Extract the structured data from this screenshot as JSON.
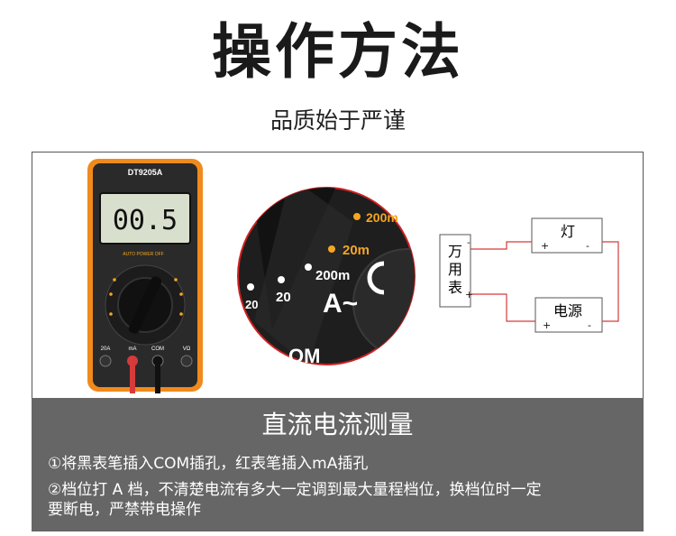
{
  "header": {
    "title": "操作方法",
    "subtitle": "品质始于严谨"
  },
  "multimeter": {
    "model": "DT9205A",
    "display": "00.5",
    "power_label": "AUTO POWER OFF",
    "jack_20a": "20A",
    "jack_ma": "mA",
    "jack_com": "COM",
    "jack_v": "VΩ"
  },
  "zoom": {
    "label_200m_top": "200m",
    "label_20m": "20m",
    "label_200m": "200m",
    "label_20_left": "20",
    "label_20": "20",
    "label_a": "A~",
    "label_com": "OM"
  },
  "diagram": {
    "meter_label": "万用表",
    "lamp_label": "灯",
    "power_label": "电源",
    "plus": "+",
    "minus": "-"
  },
  "instructions": {
    "title": "直流电流测量",
    "step1": "①将黑表笔插入COM插孔，红表笔插入mA插孔",
    "step2": "②档位打 A 档，不清楚电流有多大一定调到最大量程档位，换档位时一定",
    "step2_cont": "要断电，严禁带电操作"
  },
  "colors": {
    "orange": "#f08a1c",
    "panel_gray": "#666666",
    "wire_red": "#d63a3a",
    "zoom_yellow": "#f5a623"
  }
}
